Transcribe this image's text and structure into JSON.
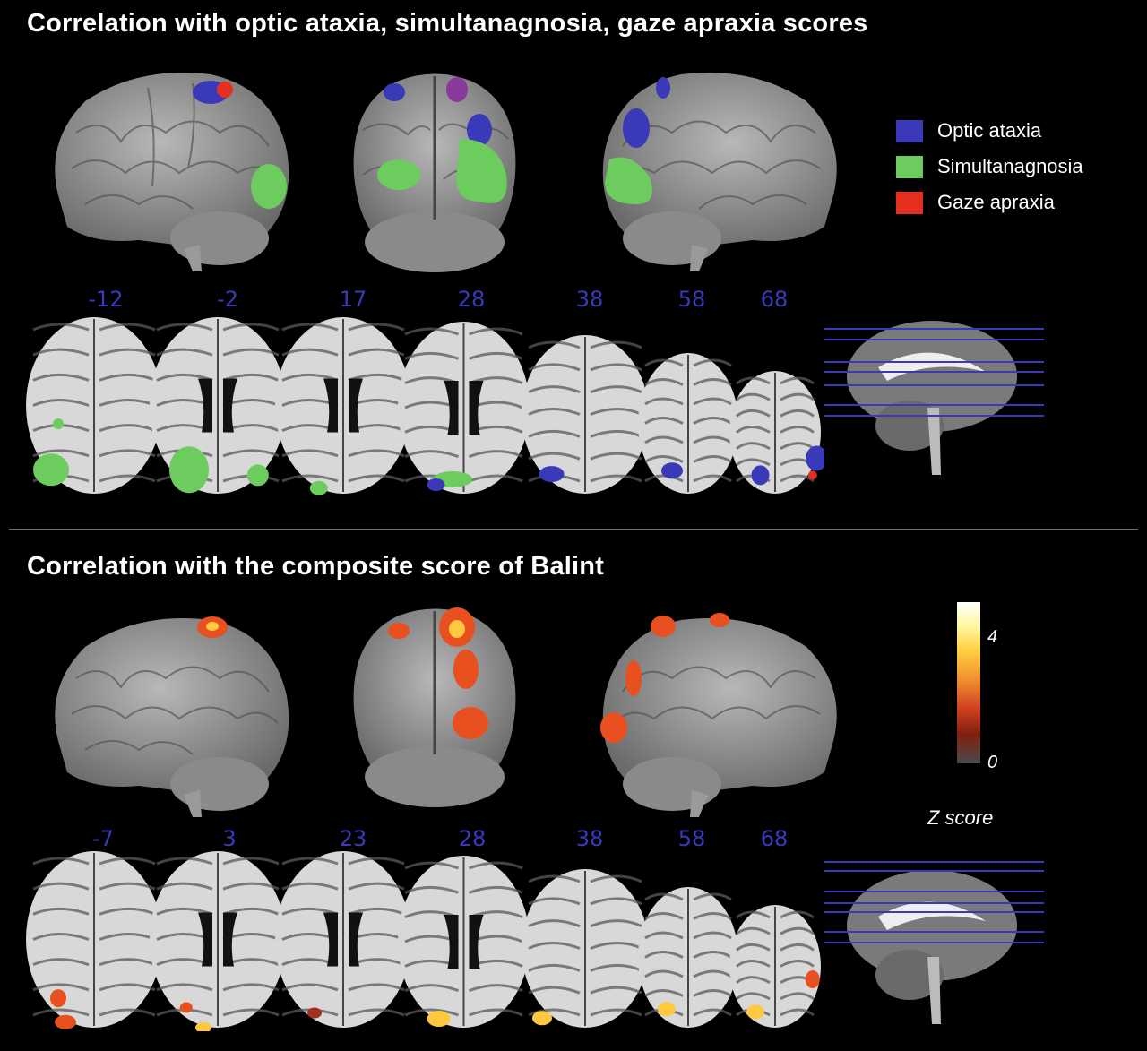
{
  "top": {
    "title": "Correlation with optic ataxia, simultanagnosia, gaze apraxia scores",
    "slice_labels": [
      "-12",
      "-2",
      "17",
      "28",
      "38",
      "58",
      "68"
    ],
    "legend": [
      {
        "label": "Optic ataxia",
        "color": "#3a3ab8"
      },
      {
        "label": "Simultanagnosia",
        "color": "#6dcc5e"
      },
      {
        "label": "Gaze apraxia",
        "color": "#e53020"
      }
    ]
  },
  "bottom": {
    "title": "Correlation with the composite score of Balint",
    "slice_labels": [
      "-7",
      "3",
      "23",
      "28",
      "38",
      "58",
      "68"
    ],
    "colorbar": {
      "max_label": "4",
      "min_label": "0",
      "title": "Z score"
    }
  },
  "colors": {
    "optic": "#3a3ab8",
    "simult": "#6dcc5e",
    "gaze": "#e53020",
    "heat": "#e85020",
    "heat_hot": "#ffc840",
    "slice_label": "#3a3ab8"
  }
}
